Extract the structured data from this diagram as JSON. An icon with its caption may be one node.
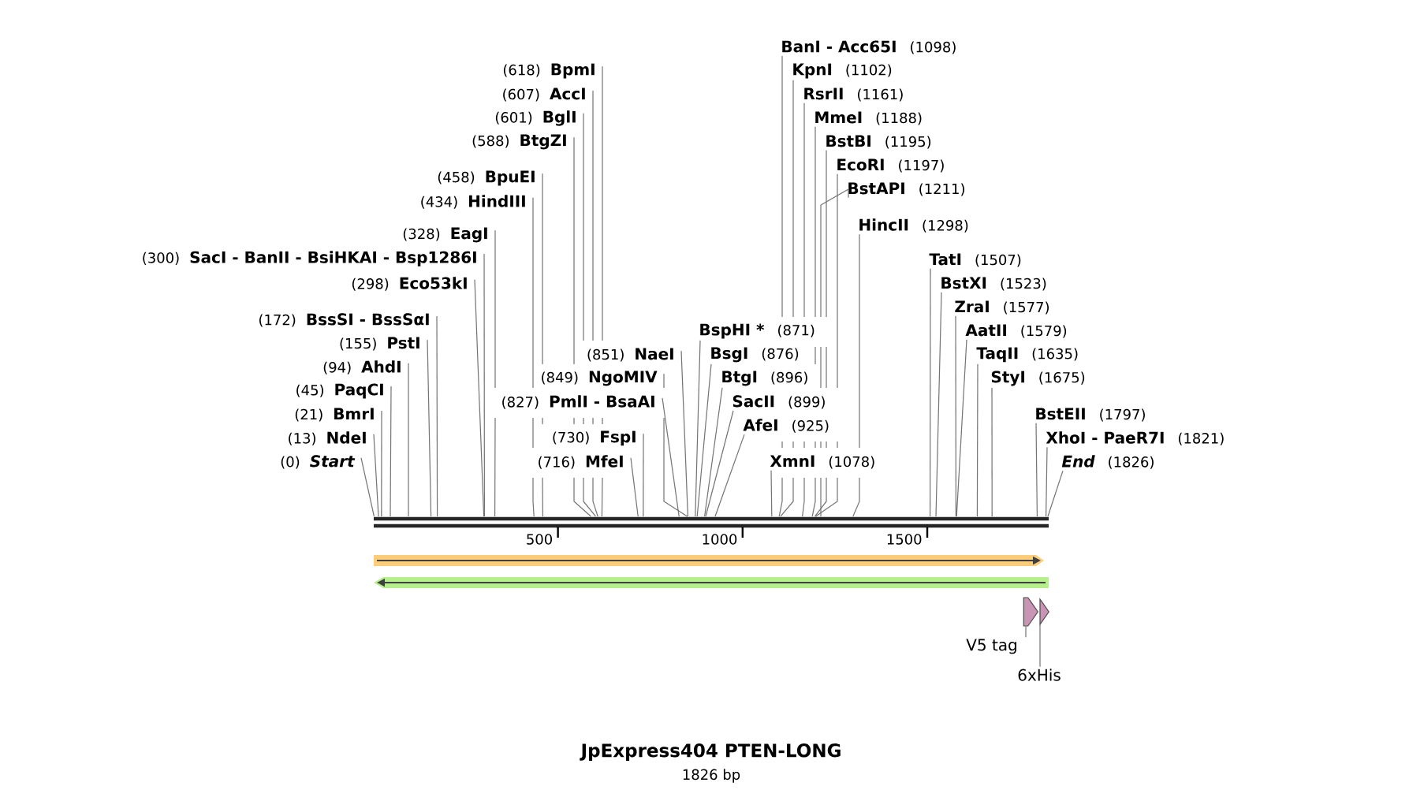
{
  "diagram": {
    "title": "JpExpress404 PTEN-LONG",
    "caption": "1826 bp",
    "nodes": [
      {
        "text": [
          "(618)",
          "BpmI"
        ]
      },
      {
        "text": [
          "(607)",
          "AccI"
        ]
      },
      {
        "text": [
          "(601)",
          "BglI"
        ]
      },
      {
        "text": [
          "(588)",
          "BtgZI"
        ]
      },
      {
        "text": [
          "(458)",
          "BpuEI"
        ]
      },
      {
        "text": [
          "(434)",
          "HindIII"
        ]
      },
      {
        "text": [
          "(328)",
          "EagI"
        ]
      },
      {
        "text": [
          "(300)",
          "SacI - BanII - BsiHKAI - Bsp1286I"
        ]
      },
      {
        "text": [
          "(298)",
          "Eco53kI"
        ]
      },
      {
        "text": [
          "(172)",
          "BssSI - BssSαI"
        ]
      },
      {
        "text": [
          "(155)",
          "PstI"
        ]
      },
      {
        "text": [
          "(94)",
          "AhdI"
        ]
      },
      {
        "text": [
          "(45)",
          "PaqCI"
        ]
      },
      {
        "text": [
          "(21)",
          "BmrI"
        ]
      },
      {
        "text": [
          "(13)",
          "NdeI"
        ]
      },
      {
        "text": [
          "(0)",
          "Start"
        ]
      },
      {
        "text": [
          "(851)",
          "NaeI"
        ]
      },
      {
        "text": [
          "(849)",
          "NgoMIV"
        ]
      },
      {
        "text": [
          "(827)",
          "PmlI - BsaAI"
        ]
      },
      {
        "text": [
          "(730)",
          "FspI"
        ]
      },
      {
        "text": [
          "(716)",
          "MfeI"
        ]
      },
      {
        "text": [
          "BanI - Acc65I",
          "(1098)"
        ]
      },
      {
        "text": [
          "KpnI",
          "(1102)"
        ]
      },
      {
        "text": [
          "RsrII",
          "(1161)"
        ]
      },
      {
        "text": [
          "MmeI",
          "(1188)"
        ]
      },
      {
        "text": [
          "BstBI",
          "(1195)"
        ]
      },
      {
        "text": [
          "EcoRI",
          "(1197)"
        ]
      },
      {
        "text": [
          "BstAPI",
          "(1211)"
        ]
      },
      {
        "text": [
          "HincII",
          "(1298)"
        ]
      },
      {
        "text": [
          "BspHI *",
          "(871)"
        ]
      },
      {
        "text": [
          "BsgI",
          "(876)"
        ]
      },
      {
        "text": [
          "BtgI",
          "(896)"
        ]
      },
      {
        "text": [
          "SacII",
          "(899)"
        ]
      },
      {
        "text": [
          "AfeI",
          "(925)"
        ]
      },
      {
        "text": [
          "XmnI",
          "(1078)"
        ]
      },
      {
        "text": [
          "TatI",
          "(1507)"
        ]
      },
      {
        "text": [
          "BstXI",
          "(1523)"
        ]
      },
      {
        "text": [
          "ZraI",
          "(1577)"
        ]
      },
      {
        "text": [
          "AatII",
          "(1579)"
        ]
      },
      {
        "text": [
          "TaqII",
          "(1635)"
        ]
      },
      {
        "text": [
          "StyI",
          "(1675)"
        ]
      },
      {
        "text": [
          "BstEII",
          "(1797)"
        ]
      },
      {
        "text": [
          "XhoI - PaeR7I",
          "(1821)"
        ]
      },
      {
        "text": [
          "End",
          "(1826)"
        ]
      },
      {
        "text": [],
        "shape": "arrow"
      },
      {
        "text": [
          "V5 tag"
        ]
      },
      {
        "text": [],
        "shape": "arrow"
      },
      {
        "text": [
          "6xHis"
        ]
      }
    ],
    "edges": [
      {
        "from": 0,
        "to": null,
        "arrow": "none"
      },
      {
        "from": 1,
        "to": null,
        "arrow": "none"
      },
      {
        "from": 2,
        "to": null,
        "arrow": "none"
      },
      {
        "from": 3,
        "to": null,
        "arrow": "none"
      },
      {
        "from": 4,
        "to": null,
        "arrow": "none"
      },
      {
        "from": 5,
        "to": null,
        "arrow": "none"
      },
      {
        "from": 6,
        "to": null,
        "arrow": "none"
      },
      {
        "from": 7,
        "to": null,
        "arrow": "none"
      },
      {
        "from": 8,
        "to": null,
        "arrow": "none"
      },
      {
        "from": 9,
        "to": null,
        "arrow": "none"
      },
      {
        "from": 10,
        "to": null,
        "arrow": "none"
      },
      {
        "from": 11,
        "to": null,
        "arrow": "none"
      },
      {
        "from": 12,
        "to": null,
        "arrow": "none"
      },
      {
        "from": 13,
        "to": null,
        "arrow": "none"
      },
      {
        "from": 14,
        "to": null,
        "arrow": "none"
      },
      {
        "from": 15,
        "to": null,
        "arrow": "none"
      },
      {
        "from": 16,
        "to": null,
        "arrow": "none"
      },
      {
        "from": 17,
        "to": null,
        "arrow": "none"
      },
      {
        "from": 18,
        "to": null,
        "arrow": "none"
      },
      {
        "from": 19,
        "to": null,
        "arrow": "none"
      },
      {
        "from": 20,
        "to": null,
        "arrow": "none"
      },
      {
        "from": 21,
        "to": null,
        "arrow": "none"
      },
      {
        "from": 22,
        "to": null,
        "arrow": "none"
      },
      {
        "from": 23,
        "to": null,
        "arrow": "none"
      },
      {
        "from": 24,
        "to": null,
        "arrow": "none"
      },
      {
        "from": 25,
        "to": null,
        "arrow": "none"
      },
      {
        "from": 26,
        "to": null,
        "arrow": "none"
      },
      {
        "from": 27,
        "to": null,
        "arrow": "none"
      },
      {
        "from": 28,
        "to": null,
        "arrow": "none"
      },
      {
        "from": 29,
        "to": null,
        "arrow": "none"
      },
      {
        "from": 30,
        "to": null,
        "arrow": "none"
      },
      {
        "from": 31,
        "to": null,
        "arrow": "none"
      },
      {
        "from": 32,
        "to": null,
        "arrow": "none"
      },
      {
        "from": 33,
        "to": null,
        "arrow": "none"
      },
      {
        "from": 34,
        "to": null,
        "arrow": "none"
      },
      {
        "from": 35,
        "to": null,
        "arrow": "none"
      },
      {
        "from": 36,
        "to": null,
        "arrow": "none"
      },
      {
        "from": 37,
        "to": null,
        "arrow": "none"
      },
      {
        "from": 38,
        "to": null,
        "arrow": "none"
      },
      {
        "from": 39,
        "to": null,
        "arrow": "none"
      },
      {
        "from": 40,
        "to": null,
        "arrow": "none"
      },
      {
        "from": 41,
        "to": null,
        "arrow": "none"
      },
      {
        "from": 42,
        "to": null,
        "arrow": "none"
      },
      {
        "from": 43,
        "to": null,
        "arrow": "none"
      },
      {
        "from": 45,
        "to": 44,
        "arrow": "none"
      },
      {
        "from": 47,
        "to": 46,
        "arrow": "none"
      }
    ],
    "labels": [
      "500",
      "1000",
      "1500"
    ]
  }
}
